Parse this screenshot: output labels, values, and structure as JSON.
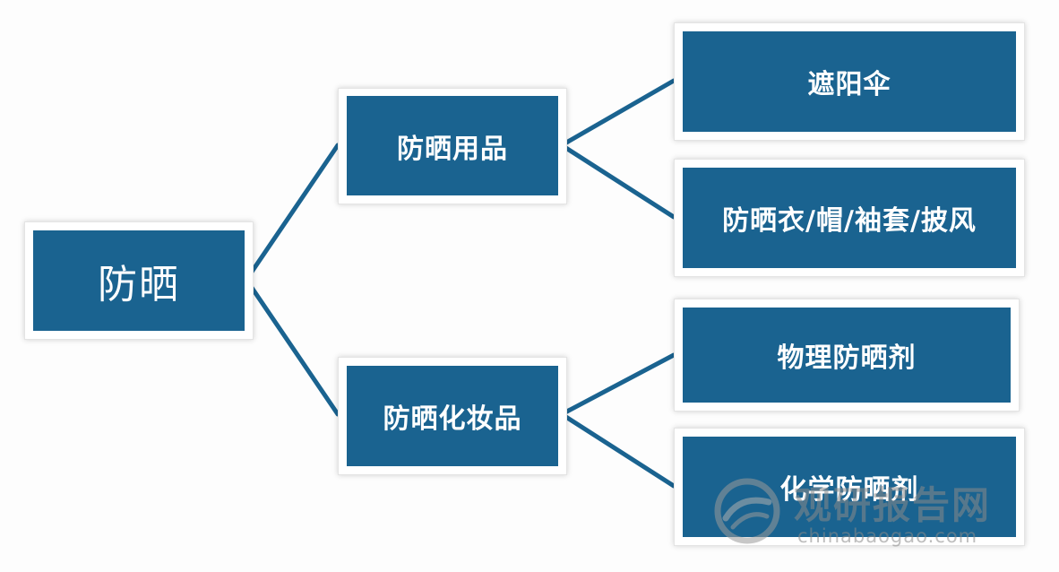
{
  "diagram": {
    "root": {
      "label": "防晒"
    },
    "branches": [
      {
        "label": "防晒用品",
        "children": [
          {
            "label": "遮阳伞"
          },
          {
            "label": "防晒衣/帽/袖套/披风"
          }
        ]
      },
      {
        "label": "防晒化妆品",
        "children": [
          {
            "label": "物理防晒剂"
          },
          {
            "label": "化学防晒剂"
          }
        ]
      }
    ]
  },
  "watermark": {
    "text_cn": "观研报告网",
    "text_en": "chinabaogao.com"
  },
  "colors": {
    "node_fill": "#1a6390",
    "connector": "#1a6390",
    "node_text": "#ffffff",
    "background": "#fdfdfd"
  }
}
